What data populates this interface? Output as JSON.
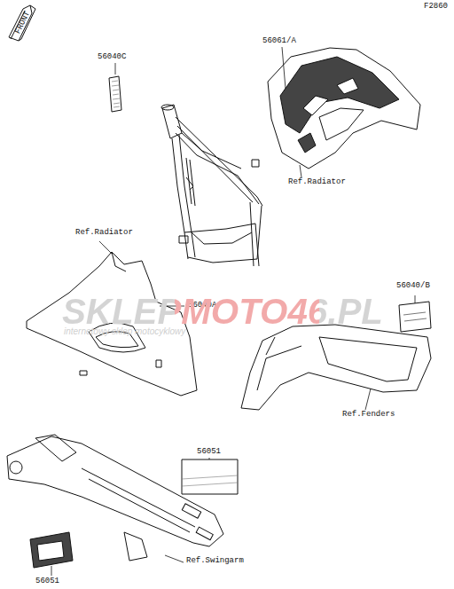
{
  "diagram": {
    "labels": [
      "F2860",
      "FRONT",
      "56040C",
      "56061/A",
      "Ref.Radiator",
      "Ref.Radiator",
      "56040A",
      "56040/B",
      "Ref.Fenders",
      "56051",
      "Ref.Swingarm",
      "56051",
      "SKLEPMOTO46.PL",
      "internetowy sklep motocyklowy"
    ]
  }
}
